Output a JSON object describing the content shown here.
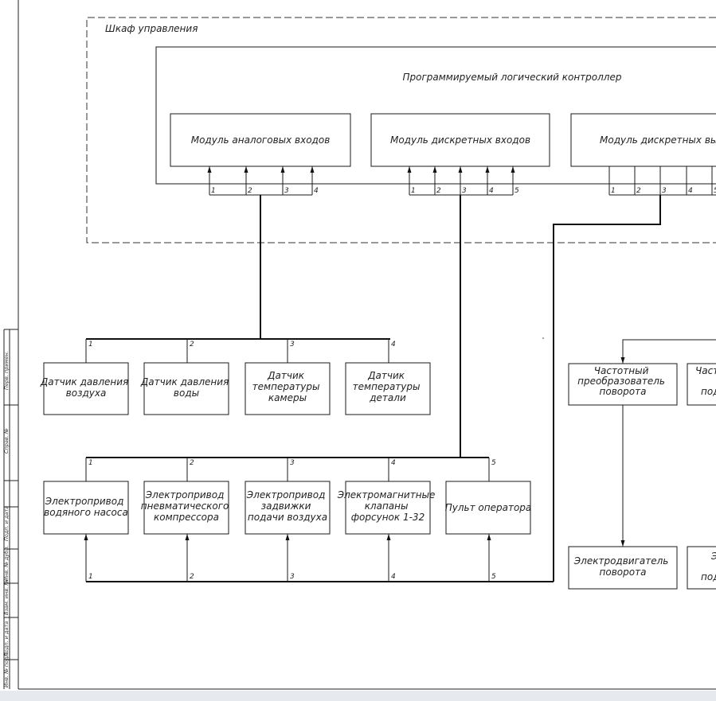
{
  "cabinet": {
    "title": "Шкаф управления"
  },
  "plc": {
    "title": "Программируемый логический контроллер"
  },
  "modules": {
    "analog_in": {
      "lines": [
        "Модуль аналоговых входов"
      ],
      "pins": [
        "1",
        "2",
        "3",
        "4"
      ]
    },
    "discrete_in": {
      "lines": [
        "Модуль дискретных входов"
      ],
      "pins": [
        "1",
        "2",
        "3",
        "4",
        "5"
      ]
    },
    "discrete_out": {
      "lines": [
        "Модуль дискретных выходов"
      ],
      "pins": [
        "1",
        "2",
        "3",
        "4",
        "5"
      ]
    }
  },
  "sensors": {
    "bus_numbers": [
      "1",
      "2",
      "3",
      "4"
    ],
    "items": [
      {
        "lines": [
          "Датчик давления",
          "воздуха"
        ]
      },
      {
        "lines": [
          "Датчик давления",
          "воды"
        ]
      },
      {
        "lines": [
          "Датчик",
          "температуры",
          "камеры"
        ]
      },
      {
        "lines": [
          "Датчик",
          "температуры",
          "детали"
        ]
      }
    ]
  },
  "actuators": {
    "top_numbers": [
      "1",
      "2",
      "3",
      "4",
      "5"
    ],
    "bottom_numbers": [
      "1",
      "2",
      "3",
      "4",
      "5"
    ],
    "items": [
      {
        "lines": [
          "Электропривод",
          "водяного насоса"
        ]
      },
      {
        "lines": [
          "Электропривод",
          "пневматического",
          "компрессора"
        ]
      },
      {
        "lines": [
          "Электропривод",
          "задвижки",
          "подачи воздуха"
        ]
      },
      {
        "lines": [
          "Электромагнитные",
          "клапаны",
          "форсунок 1-32"
        ]
      },
      {
        "lines": [
          "Пульт оператора"
        ]
      }
    ]
  },
  "drives": {
    "converter": {
      "lines": [
        "Частотный",
        "преобразователь",
        "поворота"
      ]
    },
    "converter2": {
      "lines": [
        "Часто",
        "",
        "под"
      ]
    },
    "motor": {
      "lines": [
        "Электродвигатель",
        "поворота"
      ]
    },
    "motor2": {
      "lines": [
        "Э",
        "",
        "подъ"
      ]
    }
  },
  "side_stamp": {
    "cells": [
      "Перв. примен.",
      "Справ. №",
      "Подп. и дата",
      "Инв. № дубл.",
      "Взам. инв. №",
      "Подп. и дата",
      "Инв. № подл."
    ]
  }
}
